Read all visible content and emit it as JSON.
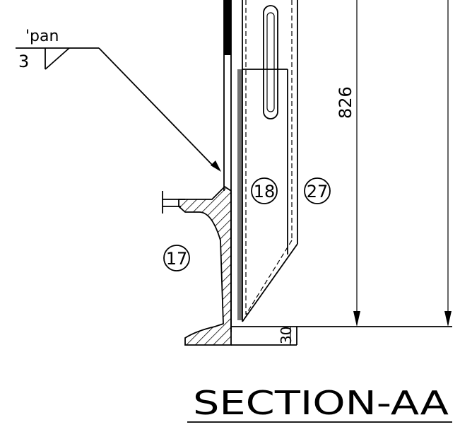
{
  "weld_note": {
    "process": "'pan",
    "size": "3"
  },
  "dimensions": {
    "height": "826",
    "offset": "30"
  },
  "balloons": [
    {
      "id": "17"
    },
    {
      "id": "18"
    },
    {
      "id": "27"
    }
  ],
  "section_title": "SECTION-AA"
}
